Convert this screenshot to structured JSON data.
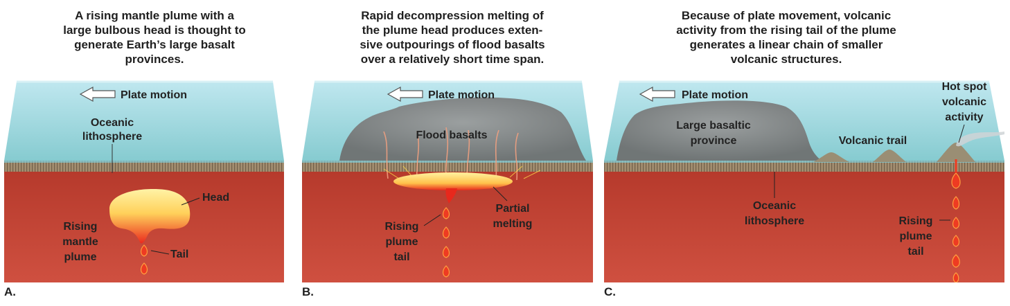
{
  "panels": [
    {
      "letter": "A.",
      "caption": "A rising mantle plume with a\nlarge bulbous head is thought to\ngenerate Earth’s large basalt\nprovinces.",
      "labels": {
        "plate_motion": "Plate motion",
        "oceanic_1": "Oceanic",
        "oceanic_2": "lithosphere",
        "head": "Head",
        "rising_1": "Rising",
        "rising_2": "mantle",
        "rising_3": "plume",
        "tail": "Tail"
      }
    },
    {
      "letter": "B.",
      "caption": "Rapid decompression melting of\nthe plume head produces exten-\nsive outpourings of flood basalts\nover a relatively short time span.",
      "labels": {
        "plate_motion": "Plate motion",
        "flood_basalts": "Flood basalts",
        "partial_1": "Partial",
        "partial_2": "melting",
        "rising_1": "Rising",
        "rising_2": "plume",
        "rising_3": "tail"
      }
    },
    {
      "letter": "C.",
      "caption": "Because of plate movement, volcanic\nactivity from the rising tail of the plume\ngenerates a linear chain of smaller\nvolcanic structures.",
      "labels": {
        "plate_motion": "Plate motion",
        "lbp_1": "Large basaltic",
        "lbp_2": "province",
        "volcanic_trail": "Volcanic trail",
        "hot_1": "Hot spot",
        "hot_2": "volcanic",
        "hot_3": "activity",
        "oceanic_1": "Oceanic",
        "oceanic_2": "lithosphere",
        "rising_1": "Rising",
        "rising_2": "plume",
        "rising_3": "tail"
      }
    }
  ],
  "colors": {
    "ocean": "#8ccfd3",
    "ocean_edge": "#bde6ee",
    "lithosphere": "#a08a6c",
    "mantle": "#c8493a",
    "plume_core": "#ffe67a",
    "plume_edge": "#e8211c",
    "basalt": "#7b7b7b"
  }
}
